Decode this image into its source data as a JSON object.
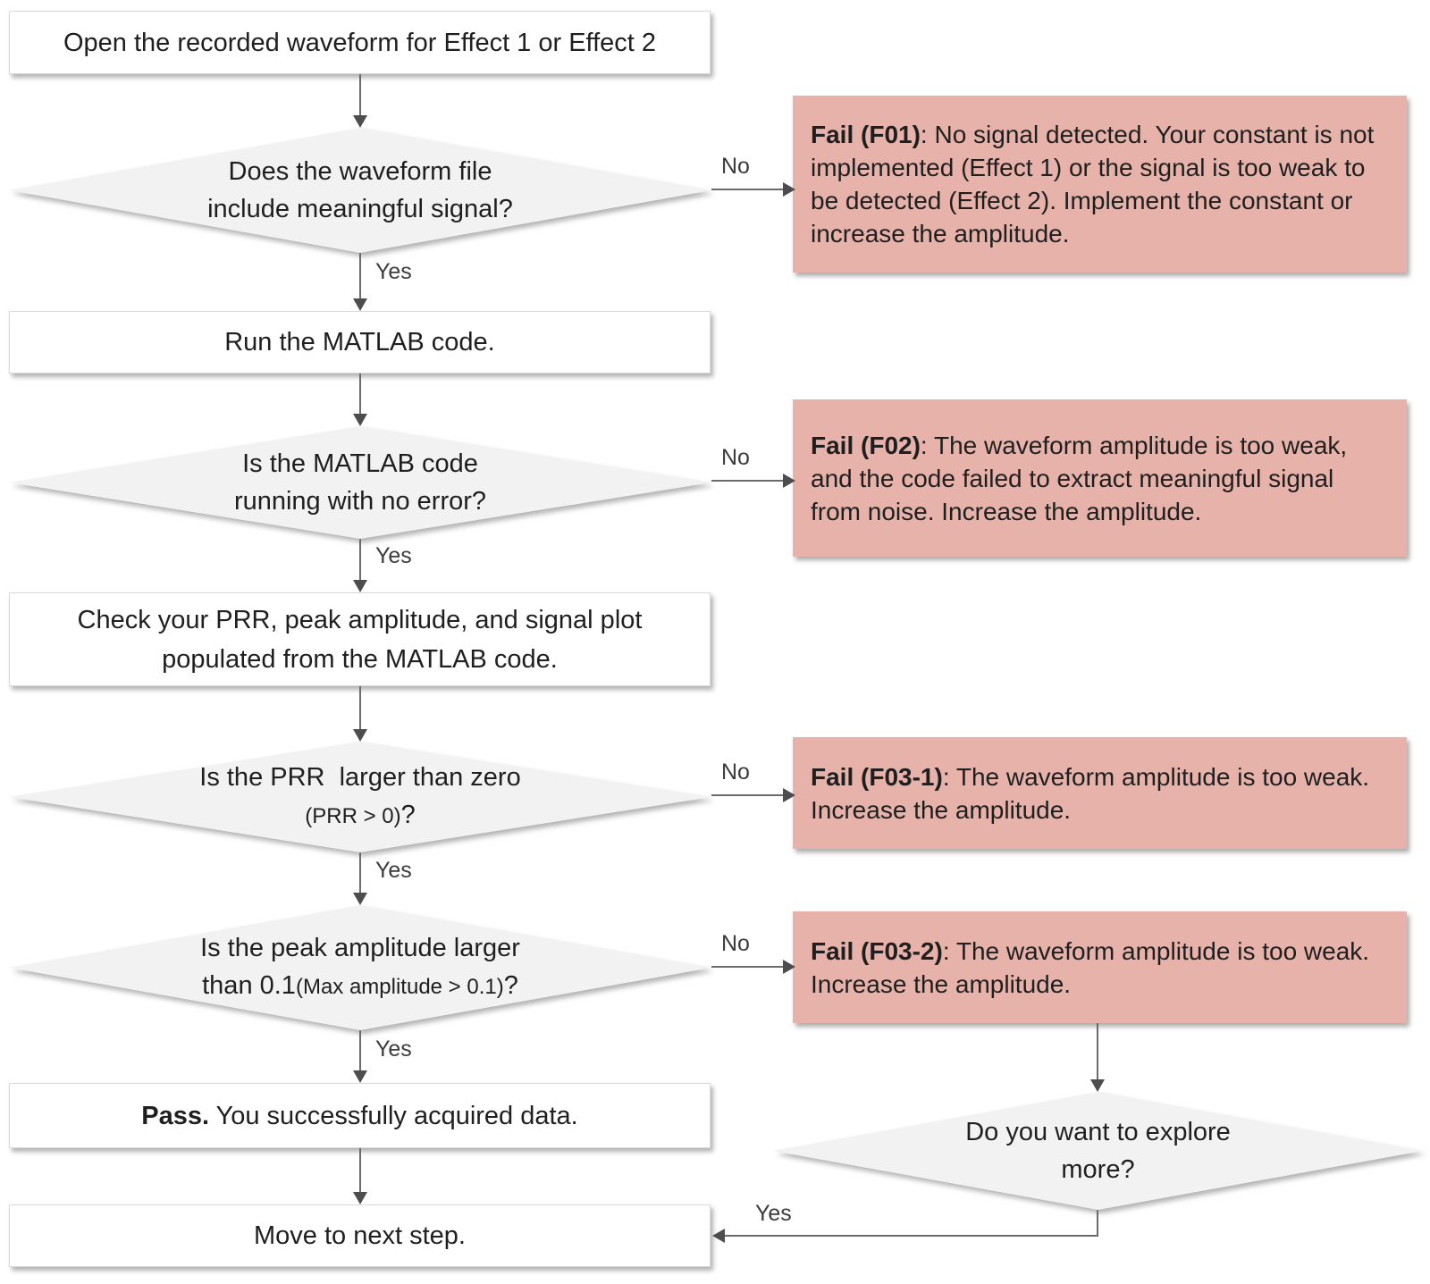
{
  "nodes": {
    "open": {
      "text": "Open the recorded waveform for Effect 1 or Effect 2"
    },
    "d1": {
      "line1": "Does the waveform file",
      "line2": "include meaningful signal?"
    },
    "run": {
      "text": "Run the MATLAB code."
    },
    "d2": {
      "line1": "Is the MATLAB code",
      "line2": "running with no error?"
    },
    "check": {
      "line1": "Check your PRR, peak amplitude, and signal plot",
      "line2": "populated from the MATLAB code."
    },
    "d3": {
      "line1": "Is the PRR  larger than zero",
      "line2_small": "(PRR > 0)",
      "line2_end": "?"
    },
    "d4": {
      "line1": "Is the peak amplitude larger",
      "line2_start": "than 0.1",
      "line2_small": "(Max amplitude > 0.1)",
      "line2_end": "?"
    },
    "pass": {
      "bold": "Pass.",
      "text": " You successfully acquired data."
    },
    "move": {
      "text": "Move to next step."
    },
    "f01": {
      "bold": "Fail (F01)",
      "text": ": No signal detected. Your constant is not implemented (Effect 1) or the signal is too weak to be detected (Effect 2). Implement the constant or increase the amplitude."
    },
    "f02": {
      "bold": "Fail (F02)",
      "text": ": The waveform amplitude is too weak, and the code failed to extract meaningful signal from noise. Increase the amplitude."
    },
    "f031": {
      "bold": "Fail (F03-1)",
      "text": ": The waveform amplitude is too weak. Increase the amplitude."
    },
    "f032": {
      "bold": "Fail (F03-2)",
      "text": ": The waveform amplitude is too weak. Increase the amplitude."
    },
    "explore": {
      "line1": "Do you want to explore",
      "line2": "more?"
    }
  },
  "edge_labels": {
    "yes": "Yes",
    "no": "No"
  },
  "colors": {
    "fail_bg": "#e6b2aa",
    "decision_bg": "#f2f2f2",
    "process_bg": "#ffffff",
    "arrow": "#6b6b6b",
    "arrowhead": "#4d4d4d",
    "text": "#1f1f1f"
  }
}
